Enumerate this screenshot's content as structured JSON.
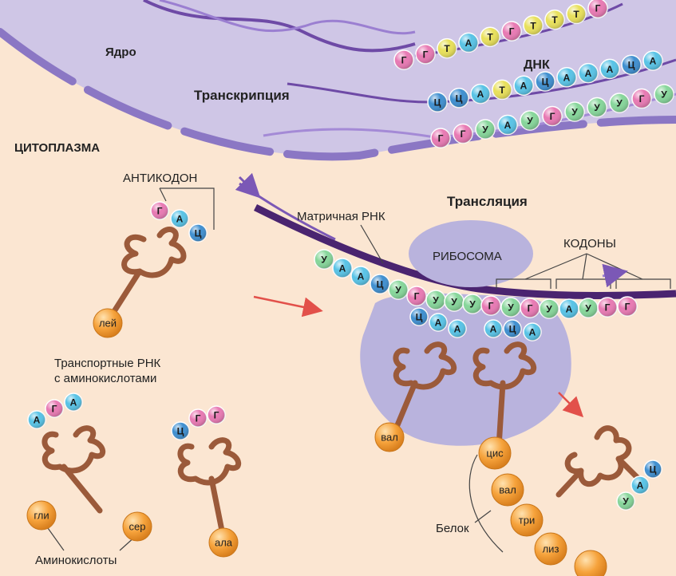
{
  "labels": {
    "nucleus": "Ядро",
    "transcription": "Транскрипция",
    "dna": "ДНК",
    "cytoplasm": "ЦИТОПЛАЗМА",
    "anticodon": "АНТИКОДОН",
    "translation": "Трансляция",
    "mrna": "Матричная РНК",
    "ribosome": "РИБОСОМА",
    "codons": "КОДОНЫ",
    "trna_line1": "Транспортные РНК",
    "trna_line2": "с аминокислотами",
    "amino_acids": "Аминокислоты",
    "protein": "Белок"
  },
  "colors": {
    "background": "#fbe6d2",
    "nucleus": "#cfc6e6",
    "trna": "#9b5a3a",
    "amino_acid": "#f6a33c",
    "ribosome": "#b9b3dd",
    "mrna_strand": "#4a2470",
    "nucleotides": {
      "Г": "#e879b3",
      "Т": "#e8e05a",
      "А": "#58c3e6",
      "Ц": "#3f8fd0",
      "У": "#86d69a"
    }
  },
  "dna_top": [
    "Г",
    "Г",
    "Т",
    "А",
    "Т",
    "Г",
    "Т",
    "Т",
    "Т",
    "Г"
  ],
  "dna_middle": [
    "Ц",
    "Ц",
    "А",
    "Т",
    "А",
    "Ц",
    "А",
    "А",
    "А",
    "Ц",
    "А"
  ],
  "rna_strand": [
    "Г",
    "Г",
    "У",
    "А",
    "У",
    "Г",
    "У",
    "У",
    "У",
    "Г",
    "У"
  ],
  "mrna": [
    "У",
    "А",
    "А",
    "Ц",
    "У",
    "Г",
    "У",
    "У",
    "У",
    "Г",
    "У",
    "Г",
    "У",
    "А",
    "У",
    "Г",
    "Г"
  ],
  "free_trna": [
    {
      "anticodon": [
        "Г",
        "А",
        "Ц"
      ],
      "amino": "лей"
    },
    {
      "anticodon": [
        "А",
        "Г",
        "А"
      ],
      "amino": ""
    },
    {
      "anticodon": [
        "Ц",
        "Г",
        "Г"
      ],
      "amino": "ала"
    }
  ],
  "free_amino_acids": [
    "гли",
    "сер"
  ],
  "ribosome_trna": [
    {
      "anticodon": [
        "Ц",
        "А",
        "А"
      ],
      "amino": "вал"
    },
    {
      "anticodon": [
        "А",
        "Ц",
        "А"
      ],
      "amino": ""
    }
  ],
  "leaving_trna_anticodon": [
    "У",
    "А",
    "Ц"
  ],
  "protein_chain": [
    "цис",
    "вал",
    "три",
    "лиз",
    ""
  ]
}
